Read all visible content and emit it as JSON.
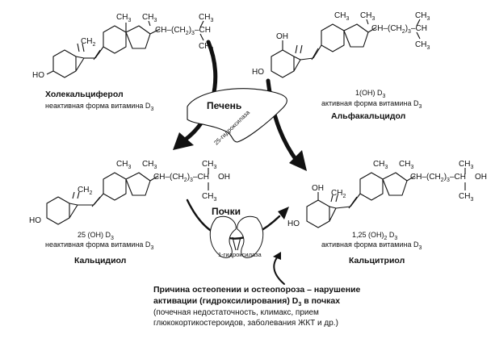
{
  "compounds": {
    "cholecalciferol": {
      "name": "Холекальциферол",
      "form": "неактивная форма витамина D",
      "form_sub": "3",
      "ho": "HO",
      "ch2": "CH",
      "ch2_sub": "2",
      "ch3": "CH",
      "ch3_sub": "3",
      "sidechain": "CH–(CH",
      "sidechain_sub": "2",
      "sidechain_end": ")",
      "sidechain_n": "3",
      "sidechain_tail": "–CH"
    },
    "alfacalcidol": {
      "name": "Альфакальцидол",
      "formula_pre": "1(OH) D",
      "formula_sub": "3",
      "form": "активная форма витамина D",
      "form_sub": "3",
      "oh": "OH",
      "ho": "HO"
    },
    "calcidiol": {
      "name": "Кальцидиол",
      "formula_pre": "25 (OH) D",
      "formula_sub": "3",
      "form": "неактивная форма витамина D",
      "form_sub": "3",
      "ho": "HO",
      "oh": "OH"
    },
    "calcitriol": {
      "name": "Кальцитриол",
      "formula_pre": "1,25 (OH)",
      "formula_sub": "2",
      "formula_post": " D",
      "formula_sub2": "3",
      "form": "активная форма витамина D",
      "form_sub": "3",
      "oh": "OH",
      "ho": "HO"
    }
  },
  "organs": {
    "liver": {
      "label": "Печень",
      "enzyme": "25-гидроксилаза"
    },
    "kidneys": {
      "label": "Почки",
      "enzyme": "1-гидроксилаза"
    }
  },
  "note": {
    "line1": "Причина остеопении и остеопороза – нарушение",
    "line2_pre": "активации (гидроксилирования) D",
    "line2_sub": "3",
    "line2_post": " в почках",
    "line3": "(почечная недостаточность, климакс, прием",
    "line4": "глюкокортикостероидов, заболевания ЖКТ  и др.)"
  }
}
